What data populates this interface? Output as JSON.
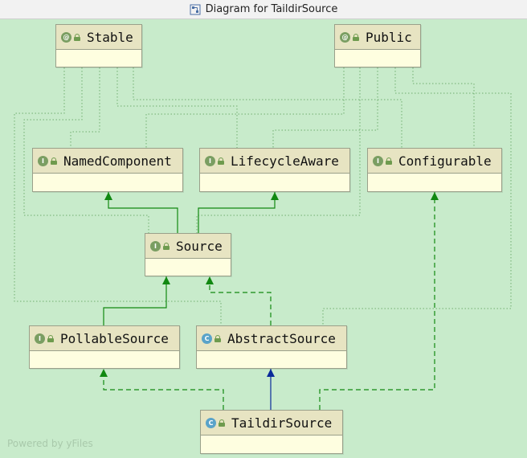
{
  "window": {
    "title": "Diagram for TaildirSource"
  },
  "nodes": [
    {
      "id": "stable",
      "label": "Stable",
      "kind": "annotation",
      "kind_letter": "@"
    },
    {
      "id": "public",
      "label": "Public",
      "kind": "annotation",
      "kind_letter": "@"
    },
    {
      "id": "named-component",
      "label": "NamedComponent",
      "kind": "interface",
      "kind_letter": "I"
    },
    {
      "id": "lifecycle-aware",
      "label": "LifecycleAware",
      "kind": "interface",
      "kind_letter": "I"
    },
    {
      "id": "configurable",
      "label": "Configurable",
      "kind": "interface",
      "kind_letter": "I"
    },
    {
      "id": "source",
      "label": "Source",
      "kind": "interface",
      "kind_letter": "I"
    },
    {
      "id": "pollable-source",
      "label": "PollableSource",
      "kind": "interface",
      "kind_letter": "I"
    },
    {
      "id": "abstract-source",
      "label": "AbstractSource",
      "kind": "class",
      "kind_letter": "C"
    },
    {
      "id": "taildir-source",
      "label": "TaildirSource",
      "kind": "class",
      "kind_letter": "C"
    }
  ],
  "edges": [
    {
      "from": "source",
      "to": "named-component",
      "type": "extends"
    },
    {
      "from": "source",
      "to": "lifecycle-aware",
      "type": "extends"
    },
    {
      "from": "pollable-source",
      "to": "source",
      "type": "extends"
    },
    {
      "from": "abstract-source",
      "to": "source",
      "type": "implements"
    },
    {
      "from": "taildir-source",
      "to": "abstract-source",
      "type": "extends-class"
    },
    {
      "from": "taildir-source",
      "to": "pollable-source",
      "type": "implements"
    },
    {
      "from": "taildir-source",
      "to": "configurable",
      "type": "implements"
    }
  ],
  "colors": {
    "background": "#c8ebcb",
    "extends": "#118811",
    "extends_class": "#0a2a9a",
    "annotation_link": "#6fae6f"
  },
  "watermark": "Powered by yFiles"
}
